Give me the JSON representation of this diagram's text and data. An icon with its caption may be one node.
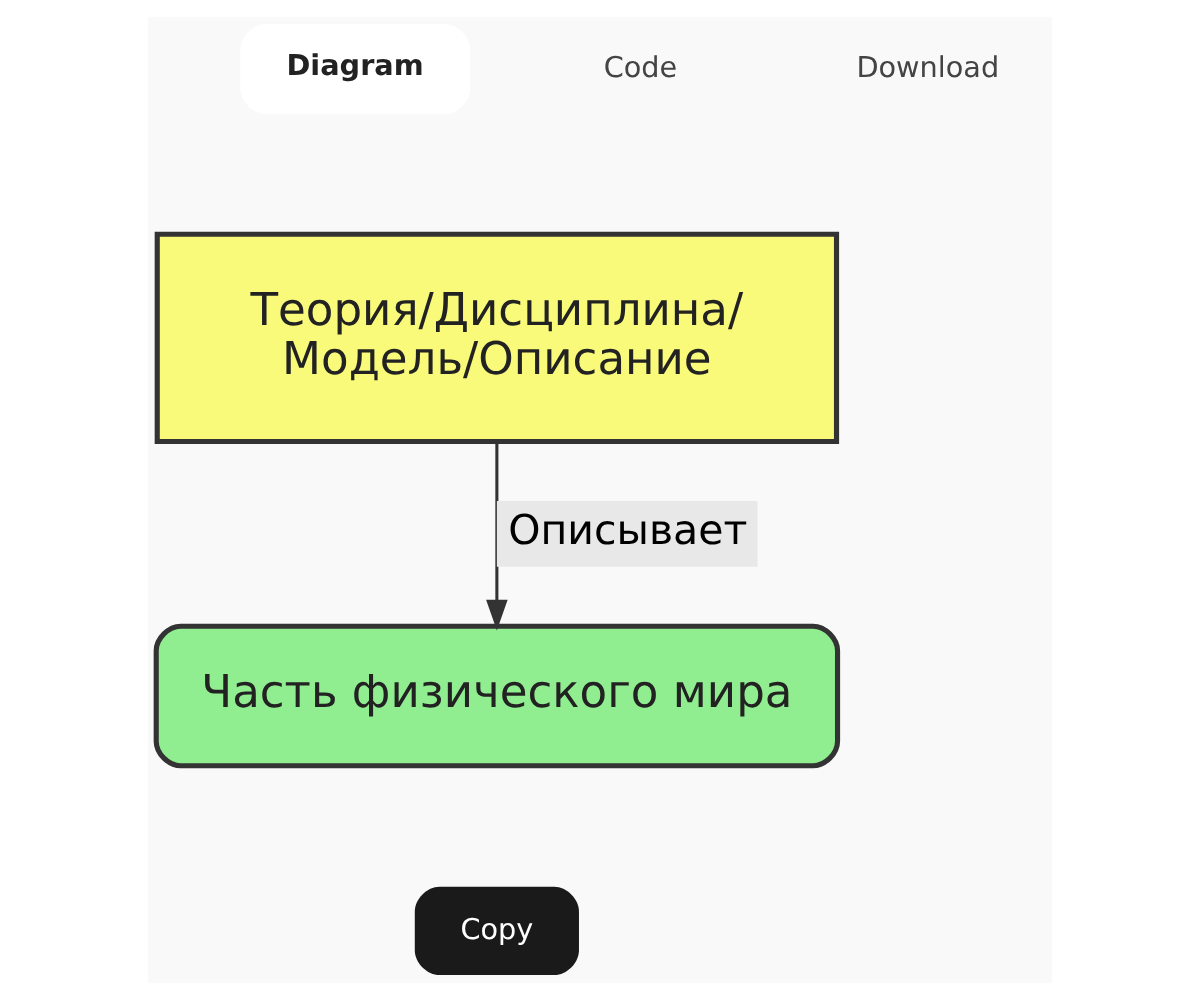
{
  "diagram": {
    "nodes": [
      {
        "text": [
          "Теория/Дисциплина/ Модель/Описание"
        ]
      },
      {
        "text": [
          "Часть физического мира"
        ]
      }
    ],
    "edges": [
      {
        "from": 0,
        "to": 1,
        "arrow": "to",
        "label": "Описывает"
      }
    ],
    "labels": [
      "Diagram",
      "Code",
      "Download",
      "Copy"
    ]
  }
}
